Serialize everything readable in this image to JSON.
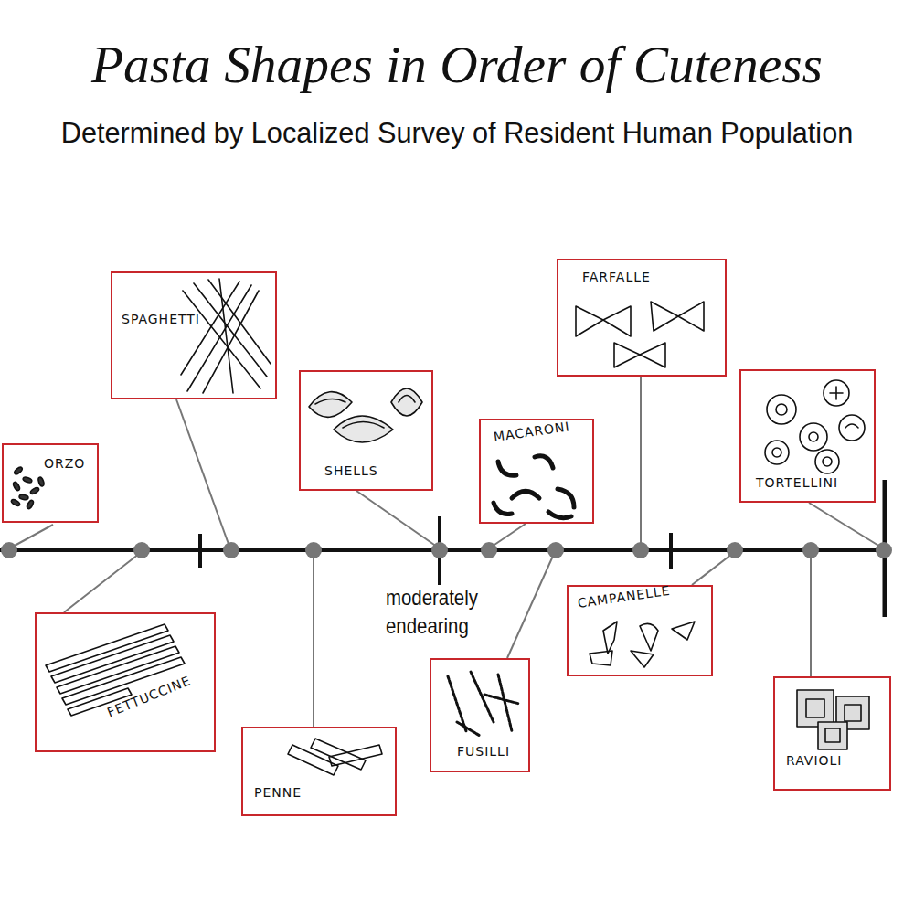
{
  "diagram": {
    "title": "Pasta Shapes in Order of Cuteness",
    "caption": "Determined by Localized Survey of Resident Human Population",
    "nodes": [
      {
        "text": [
          "ORZO"
        ]
      },
      {
        "text": [
          "FETTUCCINE"
        ]
      },
      {
        "text": [
          "SPAGHETTI"
        ]
      },
      {
        "text": [
          "PENNE"
        ]
      },
      {
        "text": [
          "SHELLS"
        ]
      },
      {
        "text": [
          "MACARONI"
        ]
      },
      {
        "text": [
          "FUSILLI"
        ]
      },
      {
        "text": [
          "FARFALLE"
        ]
      },
      {
        "text": [
          "CAMPANELLE"
        ]
      },
      {
        "text": [
          "RAVIOLI"
        ]
      },
      {
        "text": [
          "TORTELLINI"
        ]
      }
    ],
    "labels": [
      "moderately endearing"
    ]
  }
}
